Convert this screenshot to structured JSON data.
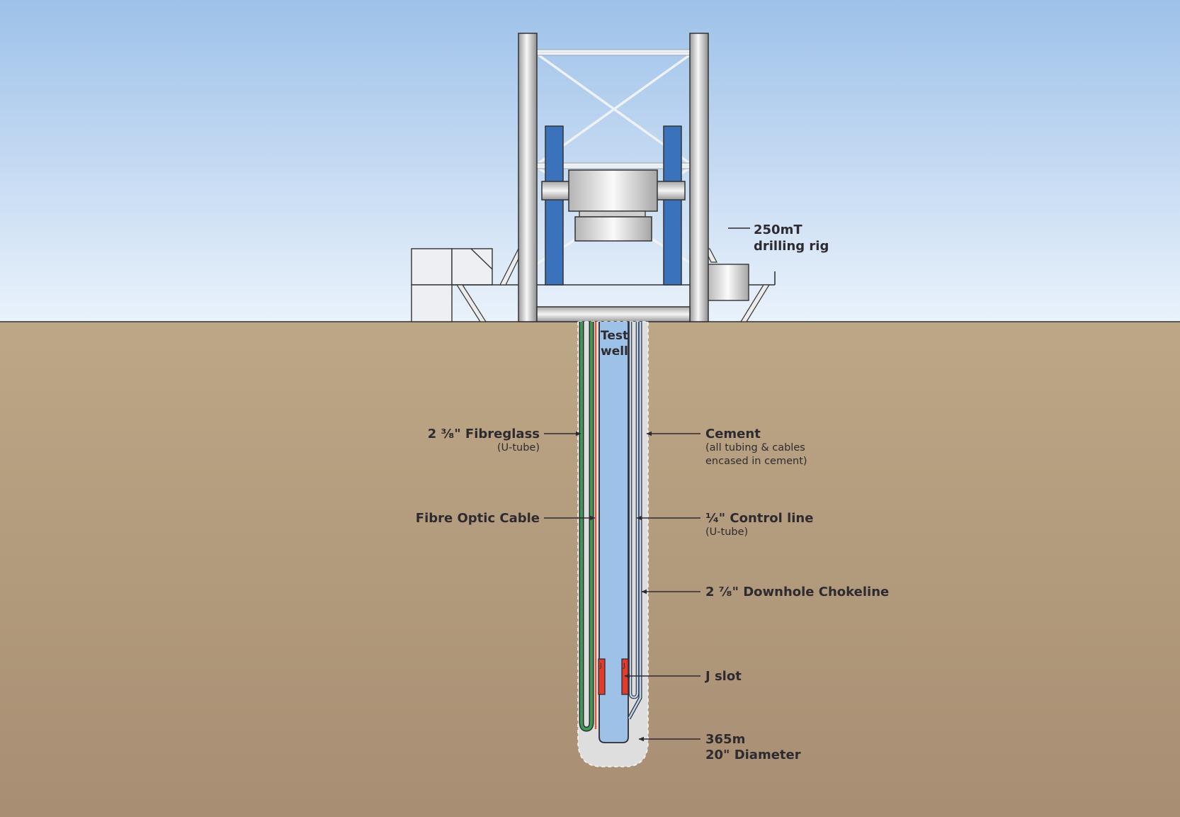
{
  "labels": {
    "rig": {
      "line1": "250mT",
      "line2": "drilling rig"
    },
    "test_well": {
      "line1": "Test",
      "line2": "well"
    },
    "fibreglass": {
      "main": "2 ³⁄₈\" Fibreglass",
      "sub": "(U-tube)"
    },
    "fibre_optic": {
      "main": "Fibre Optic Cable"
    },
    "cement": {
      "main": "Cement",
      "sub1": "(all tubing & cables",
      "sub2": "encased in cement)"
    },
    "control_line": {
      "main": "¹⁄₄\" Control line",
      "sub": "(U-tube)"
    },
    "chokeline": {
      "main": "2 ⁷⁄₈\" Downhole Chokeline"
    },
    "j_slot": {
      "main": "J slot",
      "marker": "J"
    },
    "depth": {
      "line1": "365m",
      "line2": "20\" Diameter"
    }
  },
  "colors": {
    "sky_top": "#9dc1e9",
    "sky_bottom": "#e9f1fb",
    "ground_top": "#bba685",
    "ground_bottom": "#a98f73",
    "rig_blue": "#3a73bb",
    "well_blue": "#9ec2e7",
    "fibreglass_green": "#3c9a55",
    "fibre_optic_red": "#e15a3c",
    "j_slot_red": "#e23b2c",
    "cement_grey": "#dedede"
  }
}
